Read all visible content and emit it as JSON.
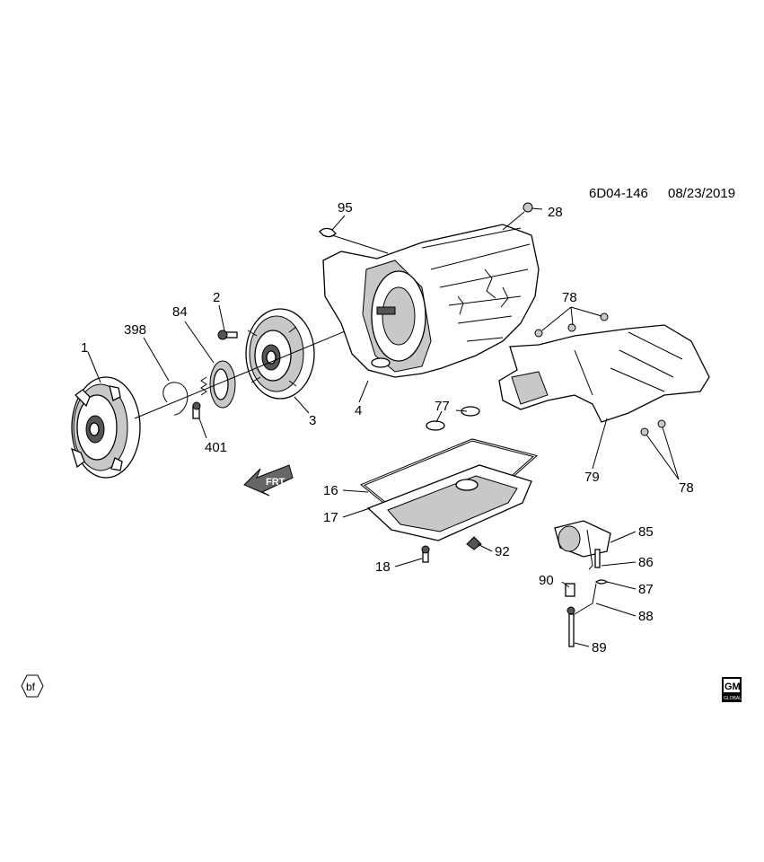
{
  "header": {
    "doc_id": "6D04-146",
    "date": "08/23/2019"
  },
  "callouts": {
    "c1": "1",
    "c2": "2",
    "c3": "3",
    "c4": "4",
    "c16": "16",
    "c17": "17",
    "c18": "18",
    "c28": "28",
    "c77": "77",
    "c78a": "78",
    "c78b": "78",
    "c79": "79",
    "c84": "84",
    "c85": "85",
    "c86": "86",
    "c87": "87",
    "c88": "88",
    "c89": "89",
    "c90": "90",
    "c92": "92",
    "c95": "95",
    "c398": "398",
    "c401": "401"
  },
  "frt_label": "FRT",
  "bf_badge": "bf",
  "gm_logo": {
    "top": "GM",
    "bottom": "GLOBAL"
  }
}
